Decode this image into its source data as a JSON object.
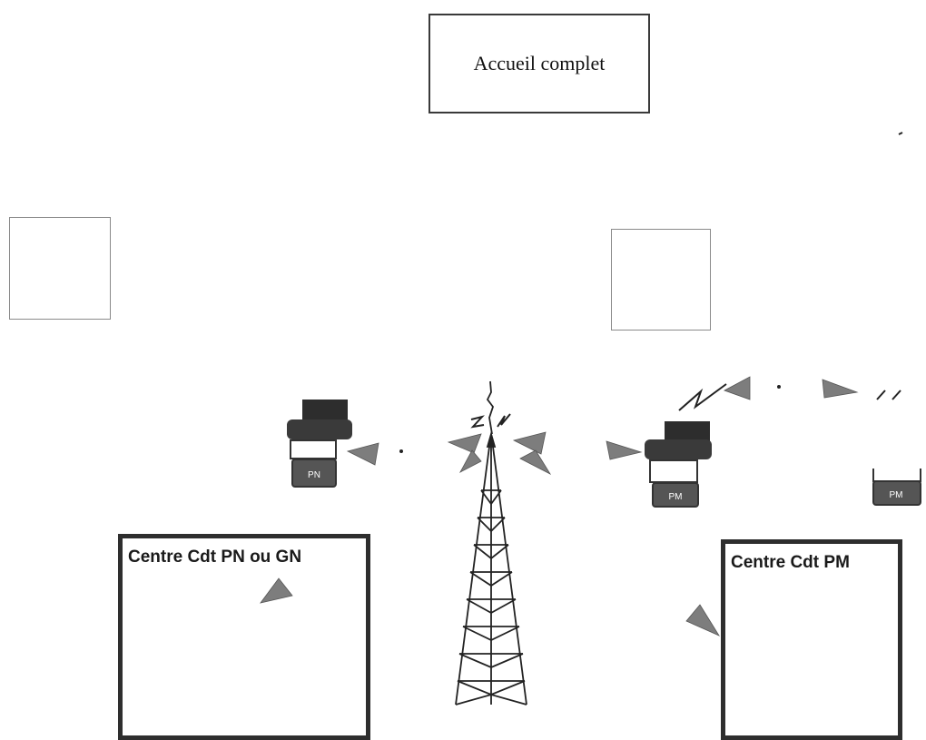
{
  "title_box": {
    "label": "Accueil complet"
  },
  "centers": {
    "left": {
      "label": "Centre Cdt PN ou GN"
    },
    "right": {
      "label": "Centre Cdt PM"
    }
  },
  "units": {
    "left": {
      "label": "PN"
    },
    "middle": {
      "label": "PM"
    },
    "right": {
      "label": "PM"
    }
  }
}
